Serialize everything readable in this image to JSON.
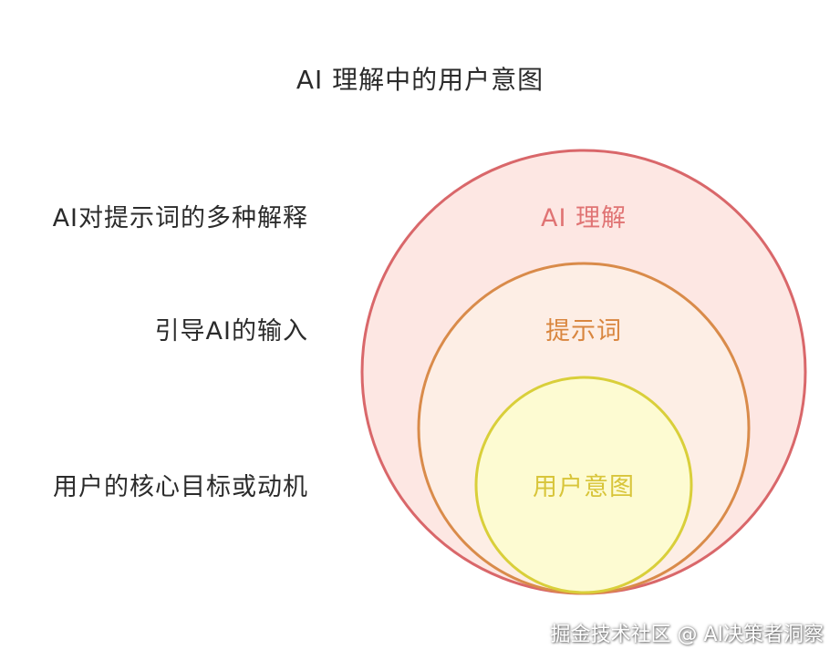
{
  "title": "AI 理解中的用户意图",
  "side_labels": [
    "AI对提示词的多种解释",
    "引导AI的输入",
    "用户的核心目标或动机"
  ],
  "rings": [
    {
      "label": "AI 理解",
      "stroke": "#d9676a",
      "fill": "#fde7e3",
      "text_color": "#e07474"
    },
    {
      "label": "提示词",
      "stroke": "#d98b4a",
      "fill": "#fdeee5",
      "text_color": "#d9863f"
    },
    {
      "label": "用户意图",
      "stroke": "#d9cf3a",
      "fill": "#fdfbd2",
      "text_color": "#d8c53a"
    }
  ],
  "watermark": "掘金技术社区 @ AI决策者洞察"
}
